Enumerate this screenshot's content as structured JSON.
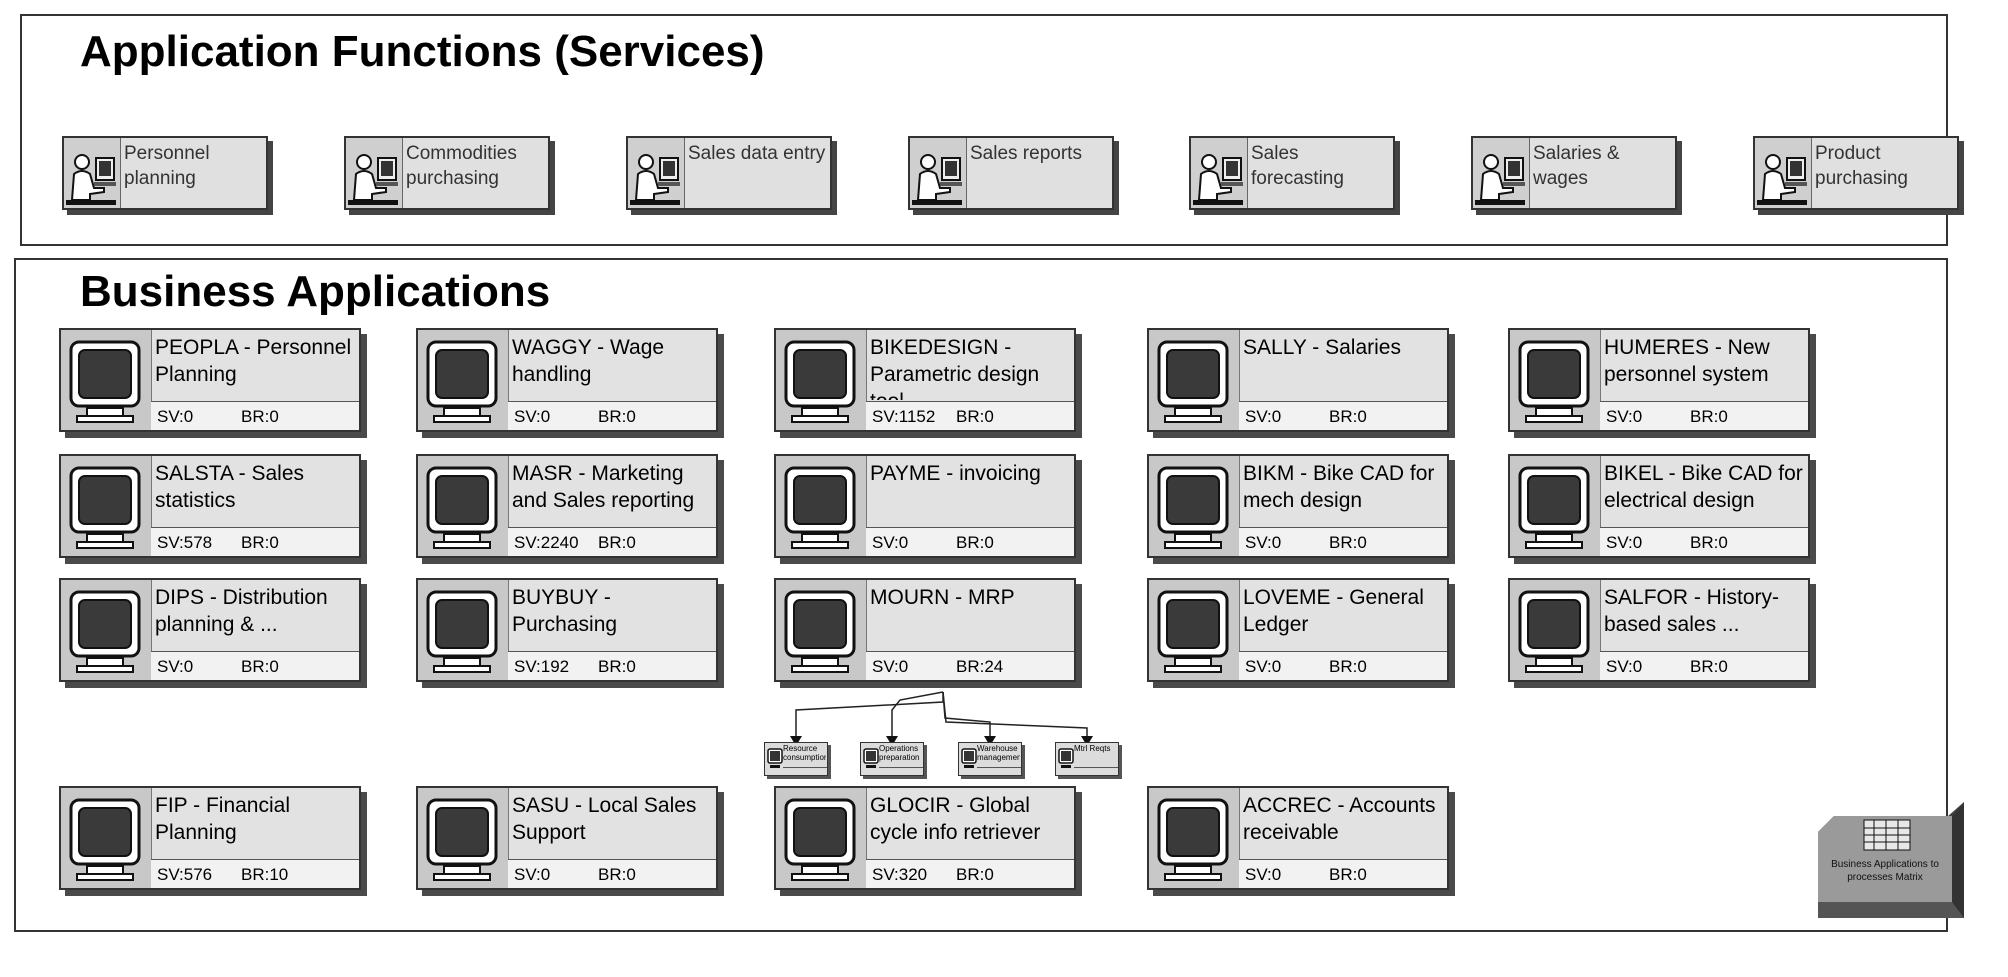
{
  "functions_section": {
    "title": "Application Functions (Services)"
  },
  "services": [
    {
      "label": "Personnel planning",
      "icon": "person-at-computer-icon"
    },
    {
      "label": "Commodities purchasing",
      "icon": "person-at-computer-icon"
    },
    {
      "label": "Sales data entry",
      "icon": "person-at-computer-icon"
    },
    {
      "label": "Sales reports",
      "icon": "person-at-computer-icon"
    },
    {
      "label": "Sales forecasting",
      "icon": "person-at-computer-icon"
    },
    {
      "label": "Salaries & wages",
      "icon": "person-at-computer-icon"
    },
    {
      "label": "Product purchasing",
      "icon": "person-at-computer-icon"
    }
  ],
  "applications_section": {
    "title": "Business Applications"
  },
  "applications": [
    {
      "name": "PEOPLA - Personnel Planning",
      "sv": "SV:0",
      "br": "BR:0"
    },
    {
      "name": "WAGGY - Wage handling",
      "sv": "SV:0",
      "br": "BR:0"
    },
    {
      "name": "BIKEDESIGN - Parametric design tool",
      "sv": "SV:1152",
      "br": "BR:0"
    },
    {
      "name": "SALLY - Salaries",
      "sv": "SV:0",
      "br": "BR:0"
    },
    {
      "name": "HUMERES - New personnel system",
      "sv": "SV:0",
      "br": "BR:0"
    },
    {
      "name": "SALSTA - Sales statistics",
      "sv": "SV:578",
      "br": "BR:0"
    },
    {
      "name": "MASR - Marketing and Sales reporting",
      "sv": "SV:2240",
      "br": "BR:0"
    },
    {
      "name": "PAYME - invoicing",
      "sv": "SV:0",
      "br": "BR:0"
    },
    {
      "name": "BIKM - Bike CAD for mech design",
      "sv": "SV:0",
      "br": "BR:0"
    },
    {
      "name": "BIKEL - Bike CAD for electrical design",
      "sv": "SV:0",
      "br": "BR:0"
    },
    {
      "name": "DIPS - Distribution planning & ...",
      "sv": "SV:0",
      "br": "BR:0"
    },
    {
      "name": "BUYBUY - Purchasing",
      "sv": "SV:192",
      "br": "BR:0"
    },
    {
      "name": "MOURN - MRP",
      "sv": "SV:0",
      "br": "BR:24"
    },
    {
      "name": "LOVEME - General Ledger",
      "sv": "SV:0",
      "br": "BR:0"
    },
    {
      "name": "SALFOR - History-based sales ...",
      "sv": "SV:0",
      "br": "BR:0"
    },
    {
      "name": "FIP - Financial Planning",
      "sv": "SV:576",
      "br": "BR:10"
    },
    {
      "name": "SASU - Local Sales Support",
      "sv": "SV:0",
      "br": "BR:0"
    },
    {
      "name": "GLOCIR - Global cycle info retriever",
      "sv": "SV:320",
      "br": "BR:0"
    },
    {
      "name": "ACCREC - Accounts receivable",
      "sv": "SV:0",
      "br": "BR:0"
    }
  ],
  "sub_modules": [
    {
      "label": "Resource consumption"
    },
    {
      "label": "Operations preparation"
    },
    {
      "label": "Warehouse management"
    },
    {
      "label": "Mtrl Reqts"
    }
  ],
  "matrix_object": {
    "label": "Business Applications to processes Matrix",
    "icon": "matrix-grid-icon"
  }
}
